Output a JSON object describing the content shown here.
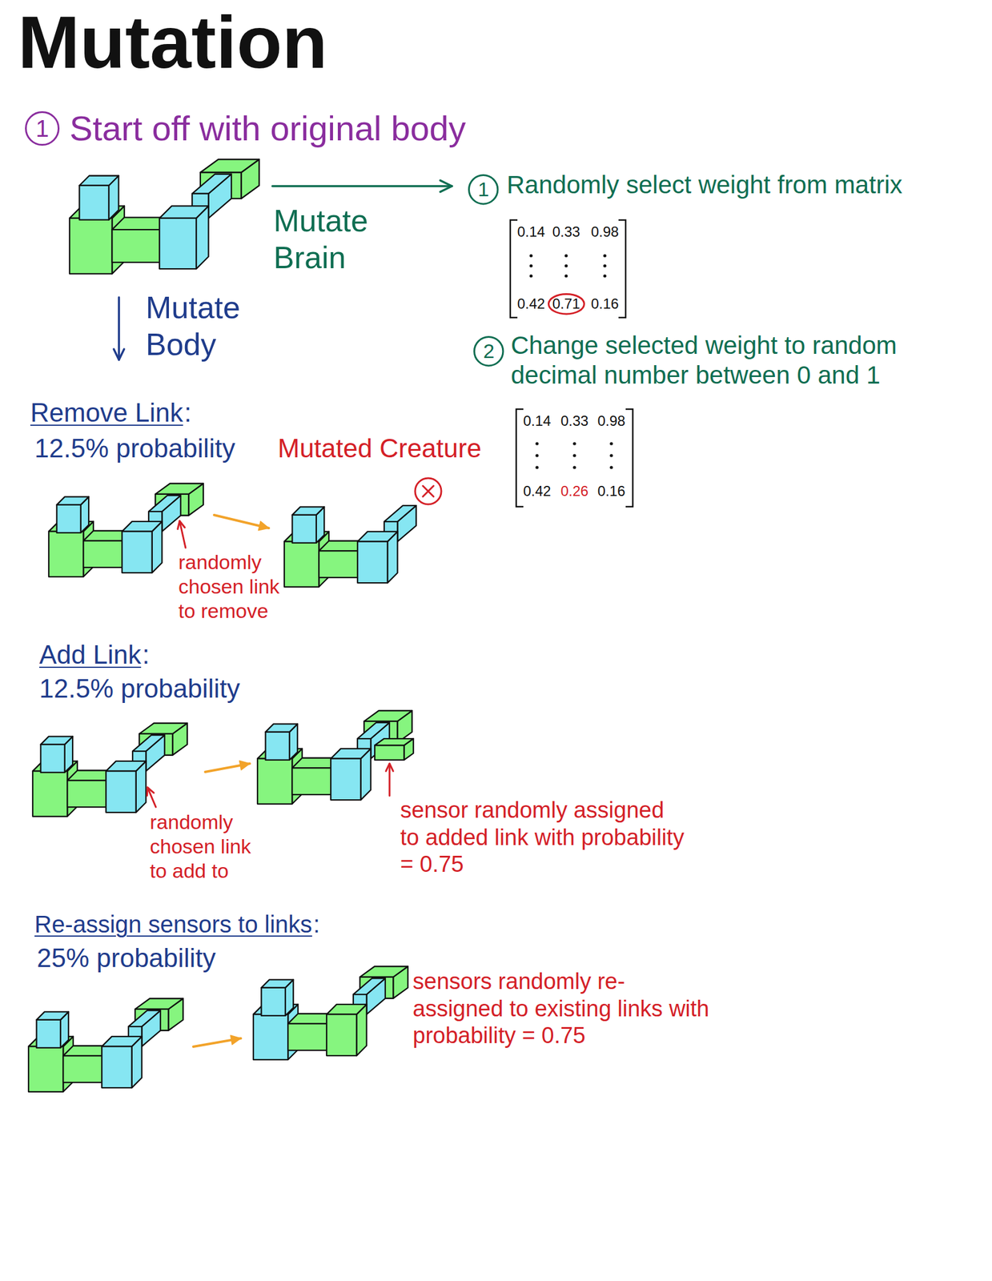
{
  "diagram": {
    "title": "Mutation",
    "nodes": [
      {
        "text": [
          "1"
        ]
      },
      {
        "text": [
          "1"
        ]
      },
      {
        "text": [
          "0.71"
        ]
      },
      {
        "text": [
          "2"
        ]
      }
    ],
    "labels": [
      "Start off with original body",
      "Mutate Brain",
      "Randomly select weight from matrix",
      "0.14",
      "0.33",
      "0.98",
      "0.42",
      "0.16",
      "Change selected weight to random decimal number between 0 and 1",
      "0.14",
      "0.33",
      "0.98",
      "0.42",
      "0.26",
      "0.16",
      "Mutate Body",
      "Remove Link",
      ":",
      "12.5% probability",
      "Mutated Creature",
      "randomly chosen link to remove",
      "Add Link",
      ":",
      "12.5% probability",
      "randomly chosen link to add to",
      "sensor randomly assigned to added link with probability = 0.75",
      "Re-assign sensors to links",
      ":",
      "25% probability",
      "sensors randomly re-assigned to existing links with probability = 0.75"
    ]
  }
}
